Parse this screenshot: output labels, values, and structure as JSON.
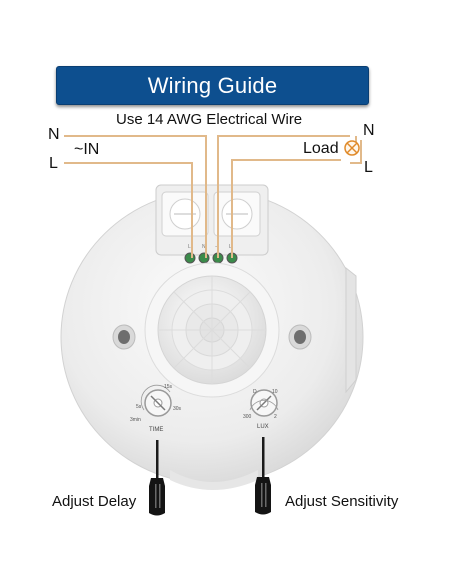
{
  "banner": {
    "title": "Wiring Guide"
  },
  "wire_note": "Use 14 AWG Electrical Wire",
  "left_side": {
    "neutral": "N",
    "input": "~IN",
    "live": "L"
  },
  "right_side": {
    "neutral": "N",
    "load": "Load",
    "live": "L"
  },
  "terminals": {
    "live": "L",
    "neutral": "N",
    "load_a": "⊸",
    "load_b": "L'"
  },
  "time_knob": {
    "caption": "TIME",
    "min": "3min",
    "max": "30s",
    "mid": "5s",
    "extra": "15s"
  },
  "lux_knob": {
    "caption": "LUX",
    "low": "300",
    "high": "2",
    "min": "D",
    "max": "10"
  },
  "adjust": {
    "delay": "Adjust Delay",
    "sensitivity": "Adjust Sensitivity"
  },
  "colors": {
    "banner": "#0d4f8f",
    "wire": "#e1b98a",
    "body": "#f1f1f1",
    "lamp": "#e08a2a"
  }
}
